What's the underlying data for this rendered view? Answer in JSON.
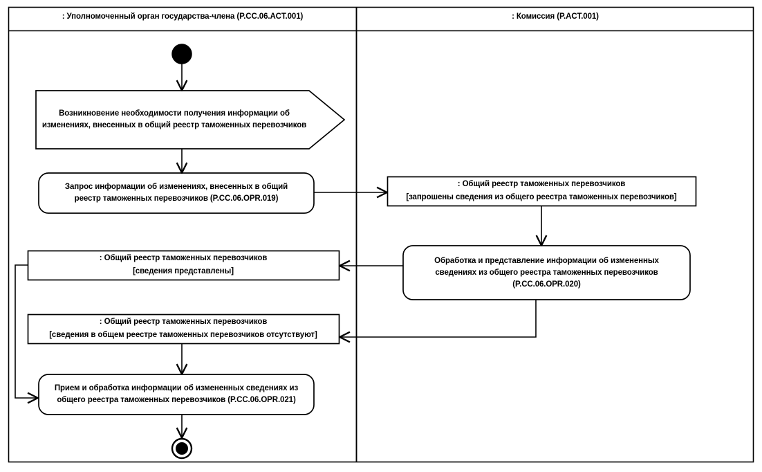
{
  "diagram": {
    "type": "uml-activity-diagram",
    "swimlanes": [
      {
        "id": "member-state-authority",
        "title": ": Уполномоченный орган государства-члена (P.CC.06.ACT.001)"
      },
      {
        "id": "commission",
        "title": ": Комиссия (P.ACT.001)"
      }
    ],
    "nodes": {
      "start": {
        "kind": "initial-node",
        "lane": "member-state-authority"
      },
      "signal_receipt": {
        "kind": "signal-send",
        "lane": "member-state-authority",
        "lines": [
          "Возникновение необходимости получения информации об",
          "изменениях, внесенных в общий реестр таможенных перевозчиков"
        ]
      },
      "action_request": {
        "kind": "action",
        "lane": "member-state-authority",
        "lines": [
          "Запрос информации об изменениях, внесенных в общий",
          "реестр таможенных перевозчиков (P.CC.06.OPR.019)"
        ]
      },
      "object_requested": {
        "kind": "object-node",
        "lane": "commission",
        "lines": [
          ": Общий реестр таможенных перевозчиков",
          "[запрошены сведения из общего реестра таможенных перевозчиков]"
        ]
      },
      "action_processing": {
        "kind": "action",
        "lane": "commission",
        "lines": [
          "Обработка и представление информации об измененных",
          "сведениях из общего реестра таможенных перевозчиков",
          "(P.CC.06.OPR.020)"
        ]
      },
      "object_provided": {
        "kind": "object-node",
        "lane": "member-state-authority",
        "lines": [
          ": Общий реестр таможенных перевозчиков",
          "[сведения представлены]"
        ]
      },
      "object_absent": {
        "kind": "object-node",
        "lane": "member-state-authority",
        "lines": [
          ": Общий реестр таможенных перевозчиков",
          "[сведения в общем реестре таможенных перевозчиков отсутствуют]"
        ]
      },
      "action_receive": {
        "kind": "action",
        "lane": "member-state-authority",
        "lines": [
          "Прием и обработка информации об измененных сведениях из",
          "общего реестра таможенных перевозчиков (P.CC.06.OPR.021)"
        ]
      },
      "end": {
        "kind": "final-node",
        "lane": "member-state-authority"
      }
    },
    "colors": {
      "stroke": "#000000",
      "fill": "#ffffff",
      "text": "#000000"
    }
  }
}
